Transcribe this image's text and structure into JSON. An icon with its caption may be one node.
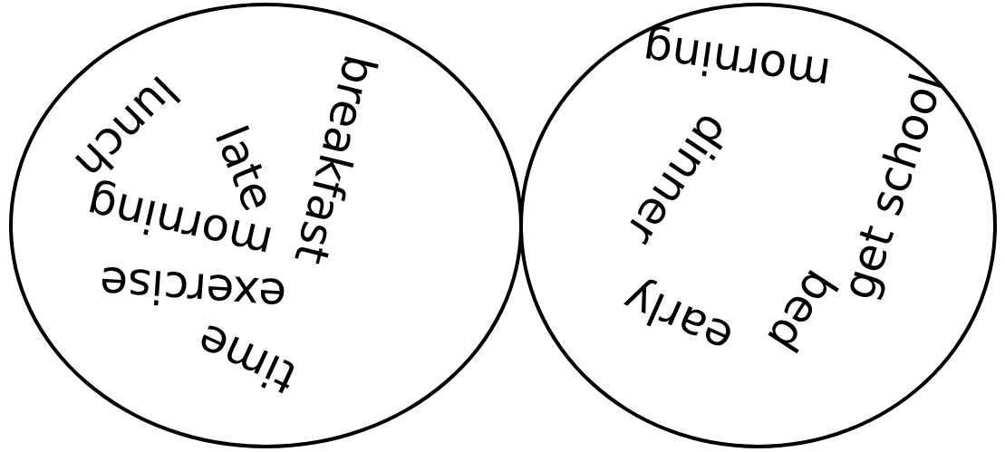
{
  "diagram": {
    "nodes": [
      {
        "text": [
          "lunch",
          "late",
          "breakfast",
          "morning",
          "exercise",
          "time"
        ]
      },
      {
        "text": [
          "morning",
          "dinner",
          "get school",
          "bed",
          "early"
        ]
      }
    ]
  }
}
